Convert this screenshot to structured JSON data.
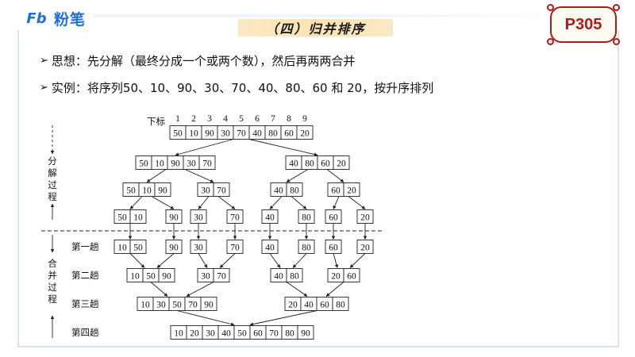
{
  "brand": {
    "logo_text": "粉笔",
    "logo_mark": "Fb"
  },
  "title": "（四）归并排序",
  "page_label": "P305",
  "bullets": [
    {
      "icon": "arrow-bullet-icon",
      "text": "思想：先分解（最终分成一个或两个数），然后再两两合并"
    },
    {
      "icon": "arrow-bullet-icon",
      "text": "实例：将序列50、10、90、30、70、40、80、60 和 20，按升序排列"
    }
  ],
  "diagram": {
    "index_label": "下标",
    "indices": [
      "1",
      "2",
      "3",
      "4",
      "5",
      "6",
      "7",
      "8",
      "9"
    ],
    "sequence": [
      "50",
      "10",
      "90",
      "30",
      "70",
      "40",
      "80",
      "60",
      "20"
    ],
    "split_label": [
      "分",
      "解",
      "过",
      "程"
    ],
    "merge_label": [
      "合",
      "并",
      "过",
      "程"
    ],
    "split_levels": [
      [
        [
          "50",
          "10",
          "90",
          "30",
          "70"
        ],
        [
          "40",
          "80",
          "60",
          "20"
        ]
      ],
      [
        [
          "50",
          "10",
          "90"
        ],
        [
          "30",
          "70"
        ],
        [
          "40",
          "80"
        ],
        [
          "60",
          "20"
        ]
      ],
      [
        [
          "50",
          "10"
        ],
        [
          "90"
        ],
        [
          "30"
        ],
        [
          "70"
        ],
        [
          "40"
        ],
        [
          "80"
        ],
        [
          "60"
        ],
        [
          "20"
        ]
      ]
    ],
    "passes": [
      {
        "label": "第一趟",
        "groups": [
          [
            "10",
            "50"
          ],
          [
            "90"
          ],
          [
            "30"
          ],
          [
            "70"
          ],
          [
            "40"
          ],
          [
            "80"
          ],
          [
            "60"
          ],
          [
            "20"
          ]
        ]
      },
      {
        "label": "第二趟",
        "groups": [
          [
            "10",
            "50",
            "90"
          ],
          [
            "30",
            "70"
          ],
          [
            "40",
            "80"
          ],
          [
            "20",
            "60"
          ]
        ]
      },
      {
        "label": "第三趟",
        "groups": [
          [
            "10",
            "30",
            "50",
            "70",
            "90"
          ],
          [
            "20",
            "40",
            "60",
            "80"
          ]
        ]
      },
      {
        "label": "第四趟",
        "groups": [
          [
            "10",
            "20",
            "30",
            "40",
            "50",
            "60",
            "70",
            "80",
            "90"
          ]
        ]
      }
    ]
  },
  "colors": {
    "brand": "#1f6fe0",
    "badge": "#b11a1a",
    "title_bg": "#fde3b2",
    "line": "#222222"
  }
}
